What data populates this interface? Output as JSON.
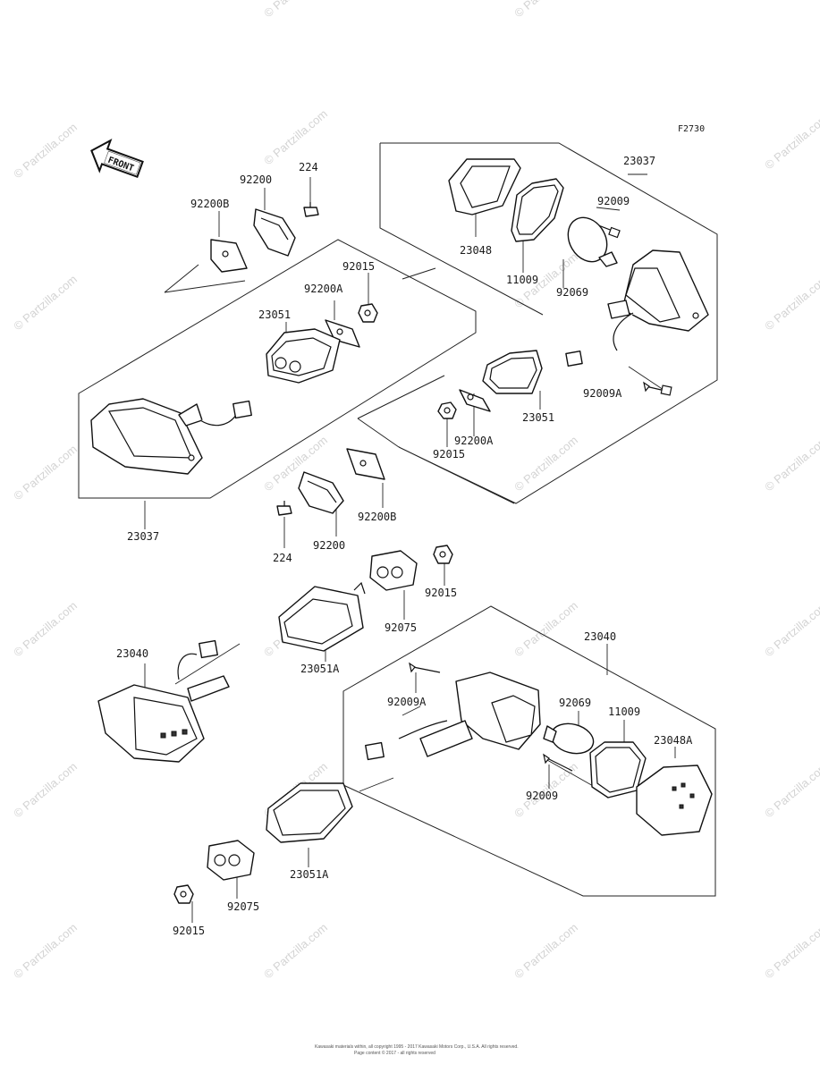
{
  "figure_code": "F2730",
  "front_label": "FRONT",
  "watermark": "© Partzilla.com",
  "footer_line1": "Kawasaki materials within, all copyright 1995 - 2017 Kawasaki Motors Corp., U.S.A. All rights reserved.",
  "footer_line2": "Page content © 2017 - all rights reserved",
  "part_labels": {
    "l_23037_top": "23037",
    "l_23037_left": "23037",
    "l_23048": "23048",
    "l_11009_top": "11009",
    "l_92009_top": "92009",
    "l_92069_top": "92069",
    "l_92009A_top": "92009A",
    "l_23051_right": "23051",
    "l_92200A_right": "92200A",
    "l_92015_mid": "92015",
    "l_92200B_top": "92200B",
    "l_92200_top": "92200",
    "l_224_top": "224",
    "l_92015_top": "92015",
    "l_92200A_left": "92200A",
    "l_23051_left": "23051",
    "l_92200B_mid": "92200B",
    "l_92200_mid": "92200",
    "l_224_mid": "224",
    "l_92015_low": "92015",
    "l_92075_mid": "92075",
    "l_23051A_mid": "23051A",
    "l_23040_left": "23040",
    "l_23040_right": "23040",
    "l_92009A_low": "92009A",
    "l_92069_low": "92069",
    "l_11009_low": "11009",
    "l_23048A": "23048A",
    "l_92009_low": "92009",
    "l_23051A_low": "23051A",
    "l_92075_low": "92075",
    "l_92015_bottom": "92015"
  }
}
